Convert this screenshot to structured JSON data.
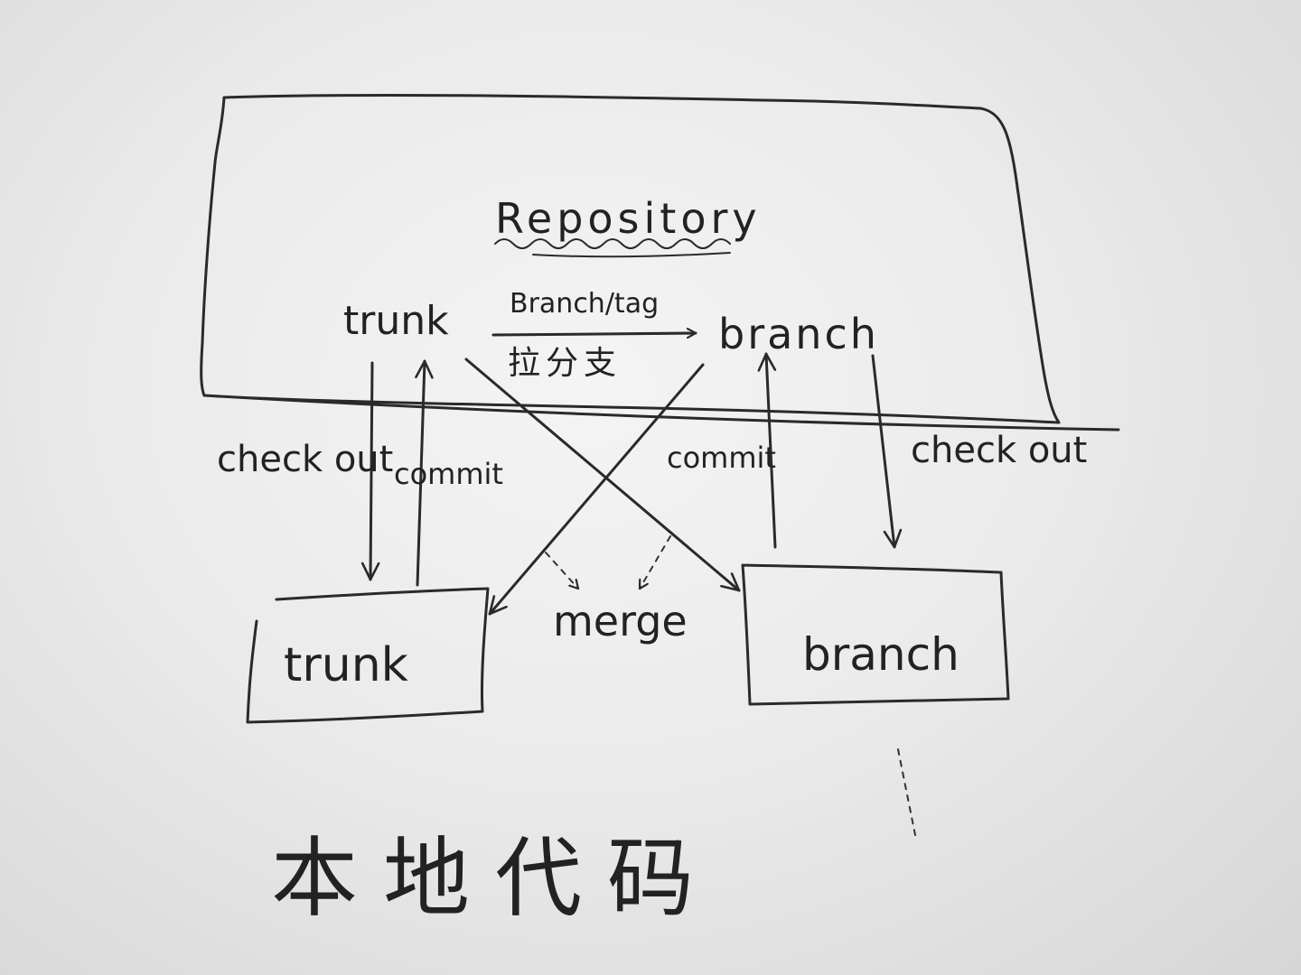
{
  "repository": {
    "title": "Repository",
    "trunk_label": "trunk",
    "branch_label": "branch",
    "branch_tag_label": "Branch/tag",
    "branch_tag_cn": "拉分支"
  },
  "local": {
    "trunk_box_label": "trunk",
    "branch_box_label": "branch",
    "caption": "本地代码"
  },
  "arrows": {
    "trunk_checkout": "check out",
    "trunk_commit": "commit",
    "branch_commit": "commit",
    "branch_checkout": "check out",
    "merge": "merge"
  },
  "colors": {
    "ink": "#2a2a2a",
    "paper": "#ececec"
  }
}
